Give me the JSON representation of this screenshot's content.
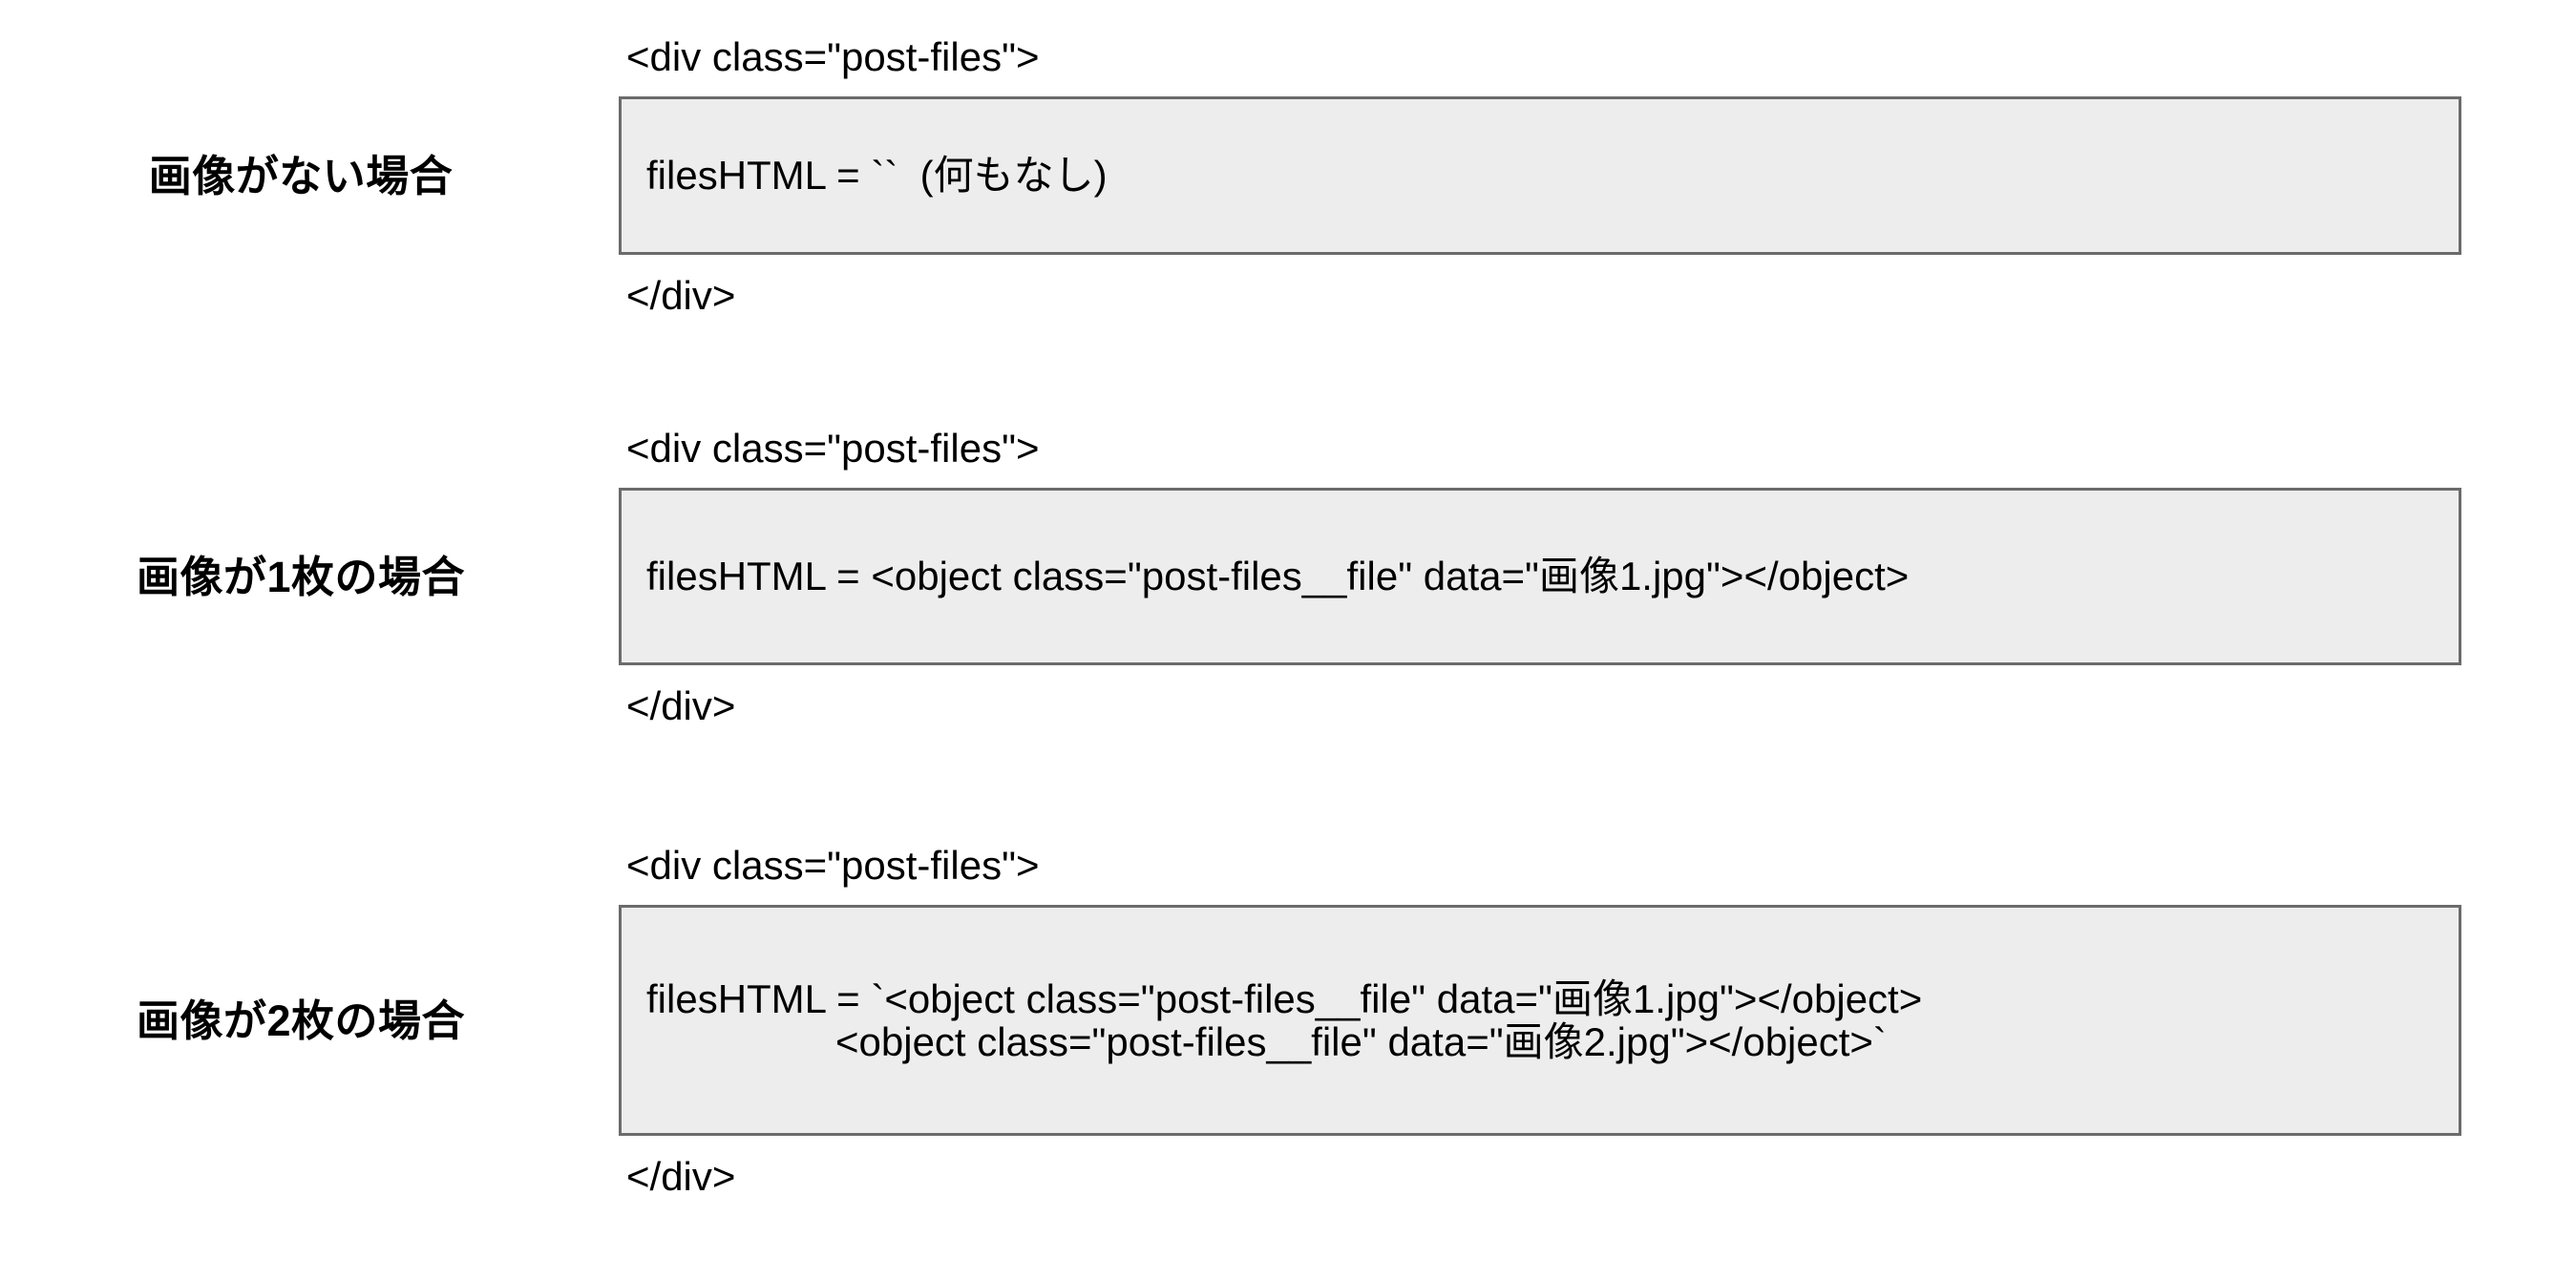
{
  "theme": {
    "background": "#ffffff",
    "text_color": "#000000",
    "code_box_fill": "#ededed",
    "code_box_border": "#6b6b6b"
  },
  "diagram": {
    "title": "",
    "type": "code-example-comparison",
    "rows": [
      {
        "id": "no-image",
        "label": "画像がない場合",
        "open_tag": "<div class=\"post-files\">",
        "close_tag": "</div>",
        "code_lines": [
          "filesHTML = ``  (何もなし)"
        ]
      },
      {
        "id": "one-image",
        "label": "画像が1枚の場合",
        "open_tag": "<div class=\"post-files\">",
        "close_tag": "</div>",
        "code_lines": [
          "filesHTML = <object class=\"post-files__file\" data=\"画像1.jpg\"></object>"
        ]
      },
      {
        "id": "two-images",
        "label": "画像が2枚の場合",
        "open_tag": "<div class=\"post-files\">",
        "close_tag": "</div>",
        "code_lines": [
          "filesHTML = `<object class=\"post-files__file\" data=\"画像1.jpg\"></object>",
          "<object class=\"post-files__file\" data=\"画像2.jpg\"></object>`"
        ]
      }
    ]
  }
}
